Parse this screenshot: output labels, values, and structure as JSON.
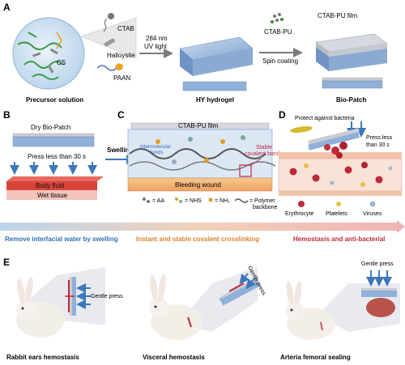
{
  "panels": {
    "A": {
      "letter": "A",
      "precursor_label": "Precursor solution",
      "cs_label": "CS",
      "ctab_label": "CTAB",
      "halloysite_label": "Halloysite",
      "paan_label": "PAAN",
      "uv_line1": "284 nm",
      "uv_line2": "UV light",
      "hydrogel_label": "HY hydrogel",
      "ctabpu_label": "CTAB-PU",
      "spin_label": "Spin coating",
      "film_label": "CTAB-PU film",
      "biopatch_label": "Bio-Patch"
    },
    "B": {
      "letter": "B",
      "dry_label": "Dry Bio-Patch",
      "press_label": "Press less than 30 s",
      "body_fluid": "Body fluid",
      "wet_tissue": "Wet tissue",
      "swelling": "Swelling",
      "caption": "Remove interfacial water by swelling"
    },
    "C": {
      "letter": "C",
      "film_label": "CTAB-PU film",
      "intermolecular_line1": "Intermolecular",
      "intermolecular_line2": "bonds",
      "stable_line1": "Stable",
      "stable_line2": "covalent bond",
      "wound_label": "Bleeding wound",
      "legend_aa": "= AA",
      "legend_nhs": "= NHS",
      "legend_nh2": "= NH₂",
      "legend_polymer_line1": "= Polymer",
      "legend_polymer_line2": "backbone",
      "caption": "Instant and stable covalent crosslinking"
    },
    "D": {
      "letter": "D",
      "protect_label": "Protect against bacteria",
      "press_line1": "Press less",
      "press_line2": "than 30 s",
      "erythrocyte": "Erythrocyte",
      "platelets": "Platelets",
      "viruses": "Viruses",
      "caption": "Hemostasis and anti-bacterial"
    },
    "E": {
      "letter": "E",
      "gentle_press_1": "Gentle press",
      "gentle_press_2": "Gentle press",
      "gentle_press_3": "Gentle press",
      "caption_1": "Rabbit ears hemostasis",
      "caption_2": "Visceral hemostasis",
      "caption_3": "Arteria femoral sealing"
    }
  },
  "colors": {
    "hydrogel_blue": "#9bb8da",
    "film_grey": "#c9ccd3",
    "body_fluid_red": "#d9443a",
    "wet_tissue_pink": "#f2c4bc",
    "caption_blue": "#2f6fb6",
    "caption_orange": "#d9822b",
    "caption_red": "#c0283a",
    "arrow_blue": "#3d78b8"
  }
}
